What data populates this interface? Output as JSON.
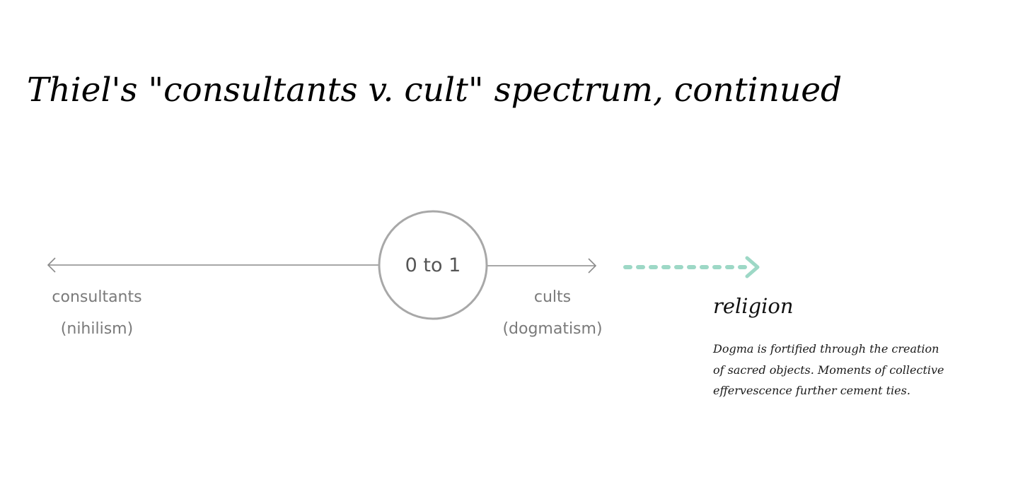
{
  "title": "Thiel's \"consultants v. cult\" spectrum, continued",
  "spectrum": {
    "center_label": "0 to 1",
    "left_pole": {
      "label": "consultants",
      "sublabel": "(nihilism)"
    },
    "right_pole": {
      "label": "cults",
      "sublabel": "(dogmatism)"
    },
    "line_color": "#8a8a8a",
    "circle_color": "#a8a8a8"
  },
  "extension": {
    "heading": "religion",
    "description": "Dogma is fortified through the creation of sacred objects. Moments of collective effervescence further cement ties.",
    "arrow_color": "#9dd8c6"
  }
}
